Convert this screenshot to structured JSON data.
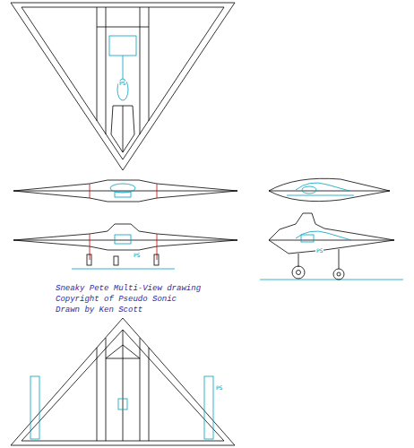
{
  "diagram": {
    "labels": [
      "PS",
      "PS",
      "PS",
      "PS",
      "Sneaky Pete Multi-View drawing",
      "Copyright of Pseudo Sonic",
      "Drawn by Ken Scott"
    ]
  }
}
